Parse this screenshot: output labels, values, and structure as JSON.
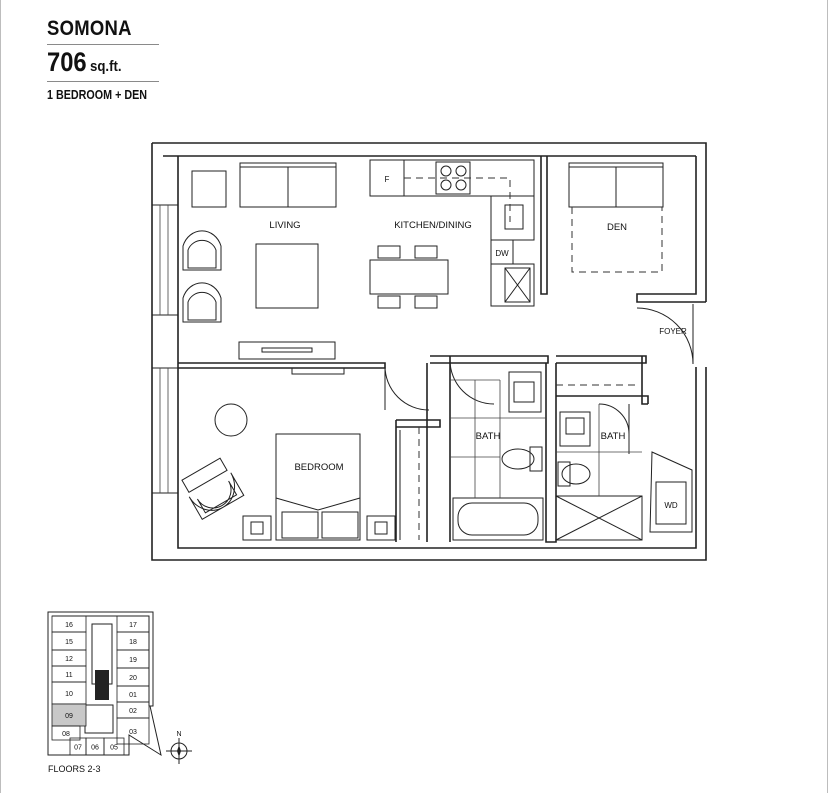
{
  "unit": {
    "name": "SOMONA",
    "area_value": "706",
    "area_unit": "sq.ft.",
    "type": "1 BEDROOM + DEN"
  },
  "rooms": {
    "living": "LIVING",
    "kitchen_dining": "KITCHEN/DINING",
    "den": "DEN",
    "foyer": "FOYER",
    "bedroom": "BEDROOM",
    "bath_main": "BATH",
    "bath_ensuite": "BATH",
    "washer_dryer": "WD",
    "fridge": "F",
    "dishwasher": "DW"
  },
  "key_plan": {
    "units": [
      "16",
      "17",
      "15",
      "18",
      "12",
      "19",
      "11",
      "20",
      "10",
      "01",
      "09",
      "02",
      "08",
      "03",
      "07",
      "06",
      "05"
    ],
    "highlighted_unit": "09",
    "highlight_color": "#c8c8c8",
    "floors": "FLOORS 2-3"
  },
  "north_label": "N"
}
